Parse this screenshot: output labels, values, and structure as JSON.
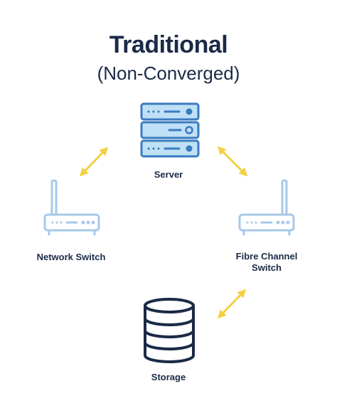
{
  "title": {
    "main": "Traditional",
    "sub": "(Non-Converged)"
  },
  "nodes": {
    "server": {
      "label": "Server",
      "icon": "server-icon"
    },
    "network_switch": {
      "label": "Network Switch",
      "icon": "network-switch-icon"
    },
    "fibre_channel_switch": {
      "label": "Fibre Channel Switch",
      "icon": "fibre-channel-switch-icon"
    },
    "storage": {
      "label": "Storage",
      "icon": "storage-icon"
    }
  },
  "colors": {
    "title": "#1b2a47",
    "server_stroke": "#3a7cbf",
    "server_fill": "#bfe0f6",
    "switch_stroke": "#a8c8ea",
    "storage_stroke": "#1b2a47",
    "arrow": "#f2d040"
  }
}
